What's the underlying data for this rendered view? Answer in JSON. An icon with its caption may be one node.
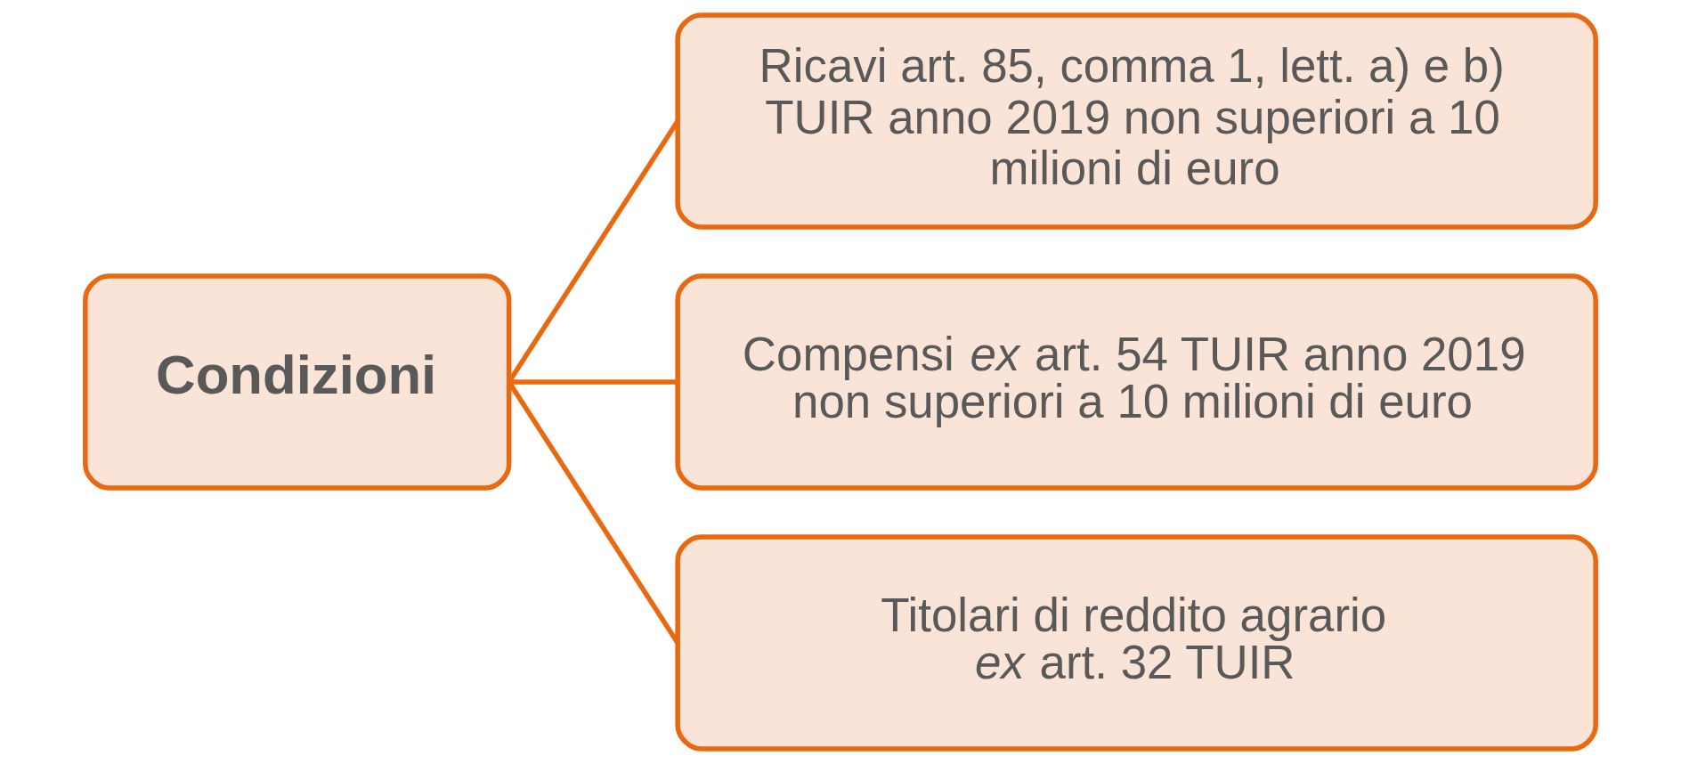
{
  "diagram": {
    "nodes": [
      {
        "text": [
          "Condizioni"
        ]
      },
      {
        "text": [
          "Ricavi art. 85, comma 1, lett. a) e b) TUIR anno 2019 non superiori a 10 milioni di euro"
        ]
      },
      {
        "text": [
          "Compensi *ex* art. 54 TUIR anno 2019 non superiori a 10 milioni di euro"
        ]
      },
      {
        "text": [
          "Titolari di reddito agrario *ex* art. 32 TUIR"
        ]
      }
    ],
    "edges": [
      {
        "from": 0,
        "to": 1,
        "arrow": "none"
      },
      {
        "from": 0,
        "to": 2,
        "arrow": "none"
      },
      {
        "from": 0,
        "to": 3,
        "arrow": "none"
      }
    ]
  }
}
